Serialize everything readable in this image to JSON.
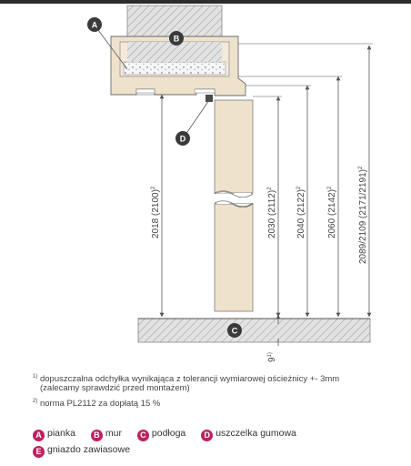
{
  "markers": {
    "a": "A",
    "b": "B",
    "c": "C",
    "d": "D"
  },
  "dimensions": {
    "d1": "2018 (2100)",
    "d1_sup": "2",
    "d2": "2030 (2112)",
    "d2_sup": "2",
    "d3": "2040 (2122)",
    "d3_sup": "2",
    "d4": "2060 (2142)",
    "d4_sup": "2",
    "d5": "2089/2109 (2171/2191)",
    "d5_sup": "2",
    "gap": "9",
    "gap_sup": "1)"
  },
  "notes": {
    "n1_sup": "1)",
    "n1": "dopuszczalna odchyłka wynikająca z tolerancji wymiarowej ościeżnicy  +- 3mm",
    "n1b": "(zalecamy sprawdzić przed montażem)",
    "n2_sup": "2)",
    "n2": "norma PL2112 za dopłatą 15 %"
  },
  "legend": [
    {
      "key": "A",
      "label": "pianka"
    },
    {
      "key": "B",
      "label": "mur"
    },
    {
      "key": "C",
      "label": "podłoga"
    },
    {
      "key": "D",
      "label": "uszczelka gumowa"
    },
    {
      "key": "E",
      "label": "gniazdo zawiasowe"
    }
  ],
  "colors": {
    "accent": "#c0205f",
    "marker_dark": "#3a3a3a",
    "wood": "#efe2cd",
    "wall": "#dcdcdc"
  }
}
